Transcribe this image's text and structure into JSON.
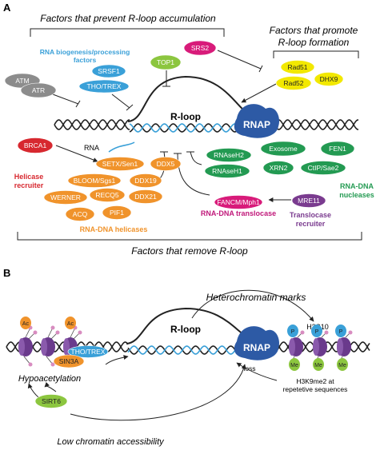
{
  "panel_a": {
    "label": "A",
    "top_left_title": "Factors that prevent R-loop accumulation",
    "top_right_title_line1": "Factors that promote",
    "top_right_title_line2": "R-loop formation",
    "rna_biogenesis_line1": "RNA biogenesis/processing",
    "rna_biogenesis_line2": "factors",
    "rloop_label": "R-loop",
    "rnap_label": "RNAP",
    "rna_label": "RNA",
    "helicase_recruiter_line1": "Helicase",
    "helicase_recruiter_line2": "recruiter",
    "rna_dna_helicases": "RNA-DNA helicases",
    "rna_dna_translocase": "RNA-DNA translocase",
    "translocase_recruiter_line1": "Translocase",
    "translocase_recruiter_line2": "recruiter",
    "rna_dna_nucleases_line1": "RNA-DNA",
    "rna_dna_nucleases_line2": "nucleases",
    "bottom_title": "Factors that remove R-loop",
    "factors": {
      "atm": "ATM",
      "atr": "ATR",
      "srsf1": "SRSF1",
      "tho_trex": "THO/TREX",
      "top1": "TOP1",
      "srs2": "SRS2",
      "rad51": "Rad51",
      "rad52": "Rad52",
      "dhx9": "DHX9",
      "brca1": "BRCA1",
      "setx": "SETX/Sen1",
      "ddx5": "DDX5",
      "bloom": "BLOOM/Sgs1",
      "ddx19": "DDX19",
      "werner": "WERNER",
      "recq5": "RECQ5",
      "ddx21": "DDX21",
      "acq": "ACQ",
      "pif1": "PIF1",
      "rnaseh2": "RNAseH2",
      "exosome": "Exosome",
      "fen1": "FEN1",
      "rnaseh1": "RNAseH1",
      "xrn2": "XRN2",
      "ctip": "CtIP/Sae2",
      "fancm": "FANCM/Mph1",
      "mre11": "MRE11"
    }
  },
  "panel_b": {
    "label": "B",
    "heterochromatin_marks": "Heterochromatin marks",
    "h3s10": "H3S10",
    "rloop_label": "R-loop",
    "rnap_label": "RNAP",
    "hypoacetylation": "Hypoacetylation",
    "tho_trex": "THO/TREX",
    "sin3a": "SIN3A",
    "sirt6": "SIRT6",
    "loss": "loss",
    "h3k9me2_line1": "H3K9me2 at",
    "h3k9me2_line2": "repetetive sequences",
    "low_accessibility": "Low chromatin accessibility",
    "ac": "Ac",
    "p": "P",
    "me": "Me"
  },
  "colors": {
    "grey": "#8c8c8c",
    "blue": "#3aa0d8",
    "green_light": "#8cc63f",
    "magenta": "#d81b7a",
    "yellow": "#f2e800",
    "red": "#d7282f",
    "orange": "#f0932b",
    "green": "#239a52",
    "purple": "#7a3b8f",
    "rnap": "#2d5aa5",
    "dna": "#222222",
    "rna": "#3aa0d8",
    "text_red": "#d7282f",
    "text_orange": "#f0932b",
    "text_magenta": "#c0187a",
    "text_purple": "#7a3b8f",
    "text_green": "#239a52",
    "text_blue": "#3aa0d8"
  }
}
